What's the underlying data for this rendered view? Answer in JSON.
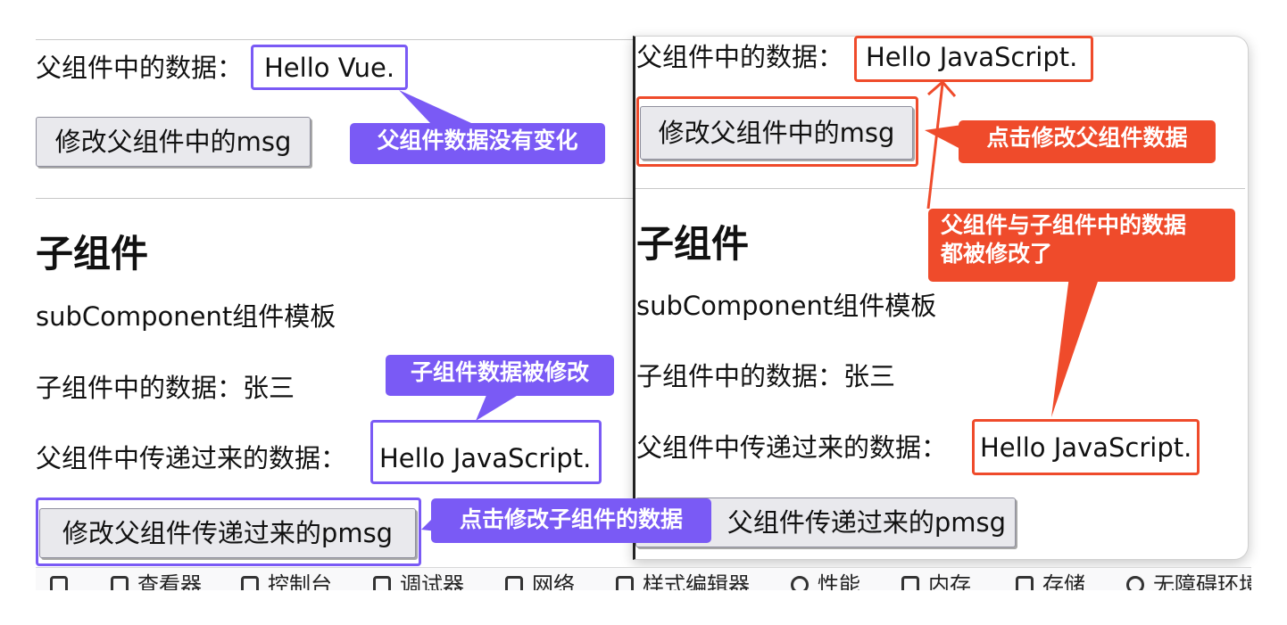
{
  "left_panel": {
    "parent_data_label": "父组件中的数据：",
    "parent_data_value": "Hello Vue.",
    "modify_button": "修改父组件中的msg",
    "child_heading": "子组件",
    "child_template_text": "subComponent组件模板",
    "child_data_label": "子组件中的数据：张三",
    "passed_data_label": "父组件中传递过来的数据：",
    "passed_data_value": "Hello JavaScript.",
    "modify_pmsg_button": "修改父组件传递过来的pmsg"
  },
  "right_panel": {
    "parent_data_label": "父组件中的数据：",
    "parent_data_value": "Hello JavaScript.",
    "modify_button": "修改父组件中的msg",
    "child_heading": "子组件",
    "child_template_text": "subComponent组件模板",
    "child_data_label": "子组件中的数据：张三",
    "passed_data_label": "父组件中传递过来的数据：",
    "passed_data_value": "Hello JavaScript.",
    "modify_pmsg_button_visible": "父组件传递过来的pmsg"
  },
  "annotations": {
    "parent_unchanged": "父组件数据没有变化",
    "child_modified": "子组件数据被修改",
    "click_modify_child": "点击修改子组件的数据",
    "click_modify_parent": "点击修改父组件数据",
    "both_modified_line1": "父组件与子组件中的数据",
    "both_modified_line2": "都被修改了"
  },
  "devtools": {
    "tabs": [
      "查看器",
      "控制台",
      "调试器",
      "网络",
      "样式编辑器",
      "性能",
      "内存",
      "存储",
      "无障碍环境"
    ]
  },
  "colors": {
    "purple_accent": "#7a5af5",
    "orange_accent": "#ef4b2b"
  }
}
